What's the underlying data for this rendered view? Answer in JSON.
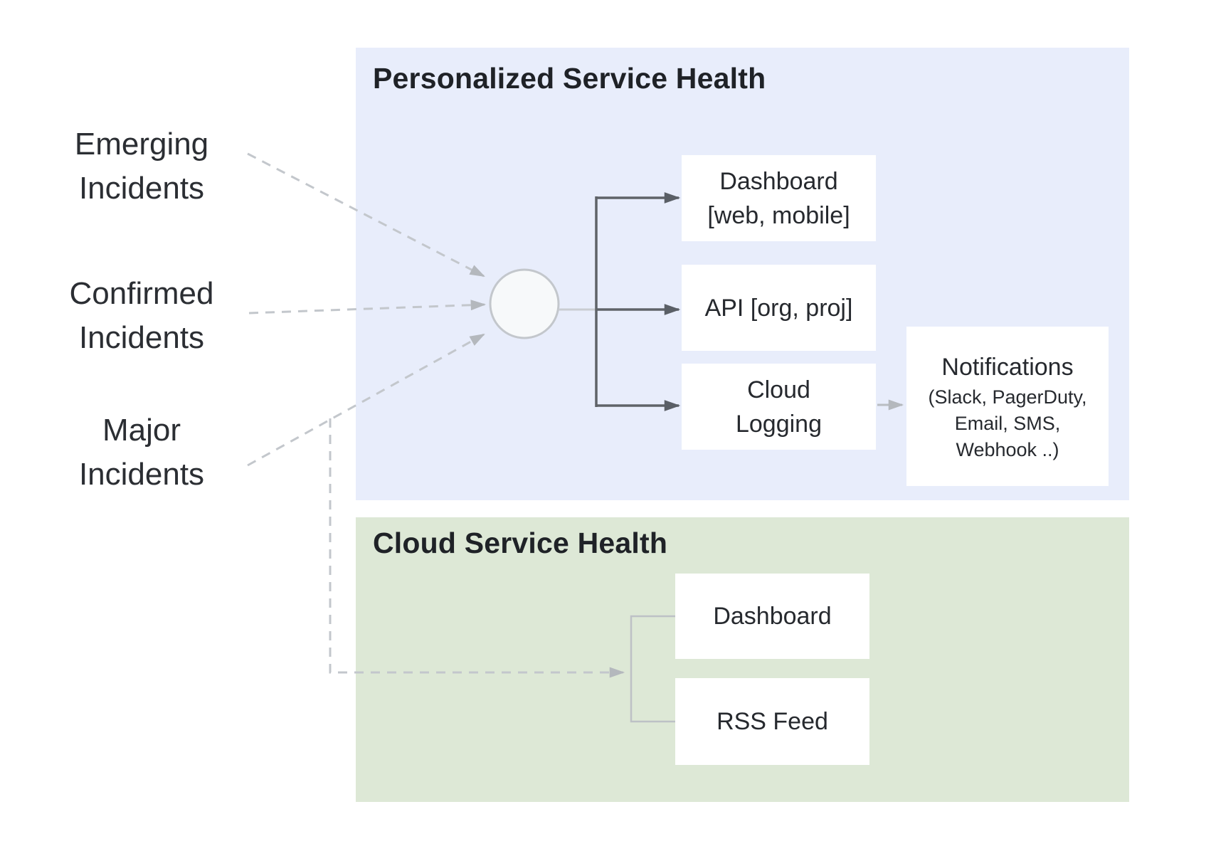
{
  "inputs": {
    "emerging": {
      "line1": "Emerging",
      "line2": "Incidents"
    },
    "confirmed": {
      "line1": "Confirmed",
      "line2": "Incidents"
    },
    "major": {
      "line1": "Major",
      "line2": "Incidents"
    }
  },
  "personalized_panel": {
    "title": "Personalized Service Health",
    "dashboard": {
      "line1": "Dashboard",
      "line2": "[web, mobile]"
    },
    "api": {
      "label": "API [org, proj]"
    },
    "cloud_logging": {
      "line1": "Cloud",
      "line2": "Logging"
    },
    "notifications": {
      "title": "Notifications",
      "detail1": "(Slack, PagerDuty,",
      "detail2": "Email, SMS,",
      "detail3": "Webhook ..)"
    }
  },
  "cloud_panel": {
    "title": "Cloud Service Health",
    "dashboard": {
      "label": "Dashboard"
    },
    "rss": {
      "label": "RSS Feed"
    }
  },
  "colors": {
    "panel_blue": "#e8edfb",
    "panel_green": "#dde8d6",
    "connector_dark": "#5f6368",
    "connector_light": "#b9bdc2",
    "dashed_line": "#c3c7cc",
    "node_fill": "#f7f9fa",
    "node_stroke": "#c3c7cc",
    "text_dark": "#1f2227"
  }
}
